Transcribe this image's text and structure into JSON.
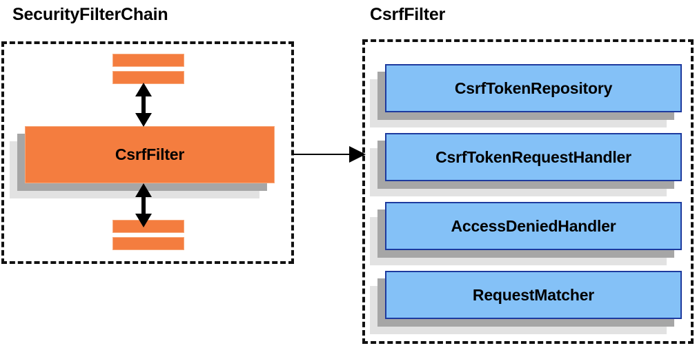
{
  "diagram": {
    "title_left": "SecurityFilterChain",
    "title_right": "CsrfFilter",
    "colors": {
      "orange_fill": "#f47d3f",
      "orange_border": "#f7a87a",
      "blue_fill": "#84c1f7",
      "blue_border": "#1d3a9e",
      "shadow_near": "#a6a6a6",
      "shadow_far": "#e2e2e2",
      "outline": "#111111",
      "arrow": "#000000",
      "background": "#ffffff"
    }
  },
  "security_filter_chain": {
    "label": "SecurityFilterChain",
    "filters_above": [
      "",
      ""
    ],
    "main_filter": "CsrfFilter",
    "filters_below": [
      "",
      ""
    ]
  },
  "csrf_filter": {
    "label": "CsrfFilter",
    "collaborators": [
      {
        "name": "CsrfTokenRepository"
      },
      {
        "name": "CsrfTokenRequestHandler"
      },
      {
        "name": "AccessDeniedHandler"
      },
      {
        "name": "RequestMatcher"
      }
    ]
  },
  "connectors": {
    "chain_to_csrf": "CsrfFilter delegates to collaborators",
    "filter_above": "bidirectional",
    "filter_below": "bidirectional"
  }
}
